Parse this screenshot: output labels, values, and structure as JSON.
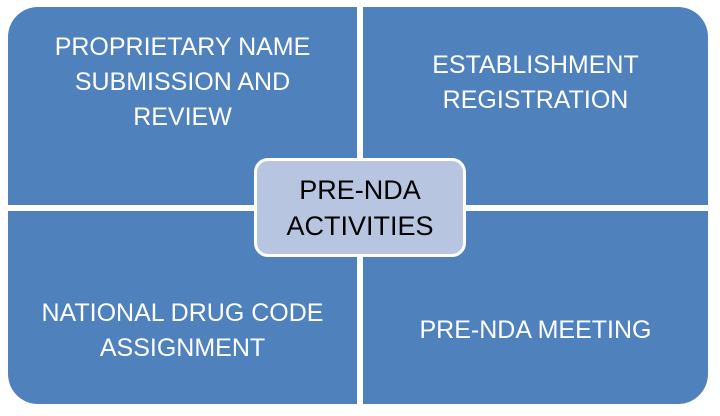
{
  "diagram": {
    "type": "titled-matrix",
    "center": {
      "lines": [
        "PRE-NDA",
        "ACTIVITIES"
      ]
    },
    "quadrants": [
      {
        "position": "top-left",
        "lines": [
          "PROPRIETARY NAME",
          "SUBMISSION AND",
          "REVIEW"
        ]
      },
      {
        "position": "top-right",
        "lines": [
          "ESTABLISHMENT",
          "REGISTRATION"
        ]
      },
      {
        "position": "bottom-left",
        "lines": [
          "NATIONAL DRUG CODE",
          "ASSIGNMENT"
        ]
      },
      {
        "position": "bottom-right",
        "lines": [
          "PRE-NDA MEETING"
        ]
      }
    ],
    "colors": {
      "quadrant_fill": "#4F81BD",
      "center_fill": "#B7C5E0",
      "divider": "#FFFFFF",
      "quadrant_text": "#FFFFFF",
      "center_text": "#000000",
      "background": "#FFFFFF"
    }
  }
}
